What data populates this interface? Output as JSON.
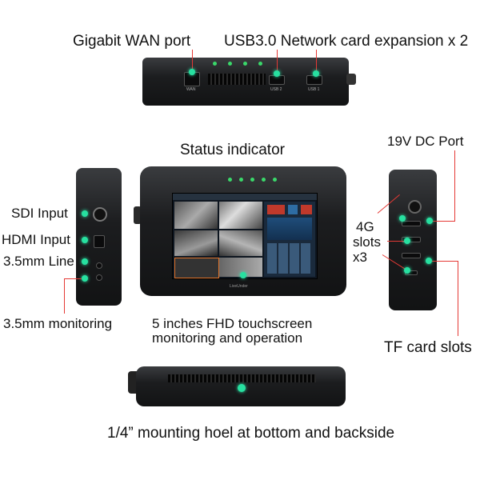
{
  "labels": {
    "wan": "Gigabit WAN port",
    "usb": "USB3.0 Network card expansion x 2",
    "status": "Status indicator",
    "dc": "19V DC Port",
    "sdi": "SDI Input",
    "hdmi": "HDMI Input",
    "line": "3.5mm Line",
    "monitoring": "3.5mm monitoring",
    "lte_1": "4G",
    "lte_2": "slots",
    "lte_3": "x3",
    "screen_1": "5 inches FHD touchscreen",
    "screen_2": "monitoring and operation",
    "tf": "TF card slots",
    "mount": "1/4” mounting hoel at bottom and backside"
  },
  "port_text": {
    "wan": "WAN",
    "usb2": "USB 2",
    "usb1": "USB 1"
  },
  "brand": "LiveUnder",
  "colors": {
    "callout_line": "#e53935",
    "marker": "#27e0a0",
    "body": "#1c1d1f"
  }
}
